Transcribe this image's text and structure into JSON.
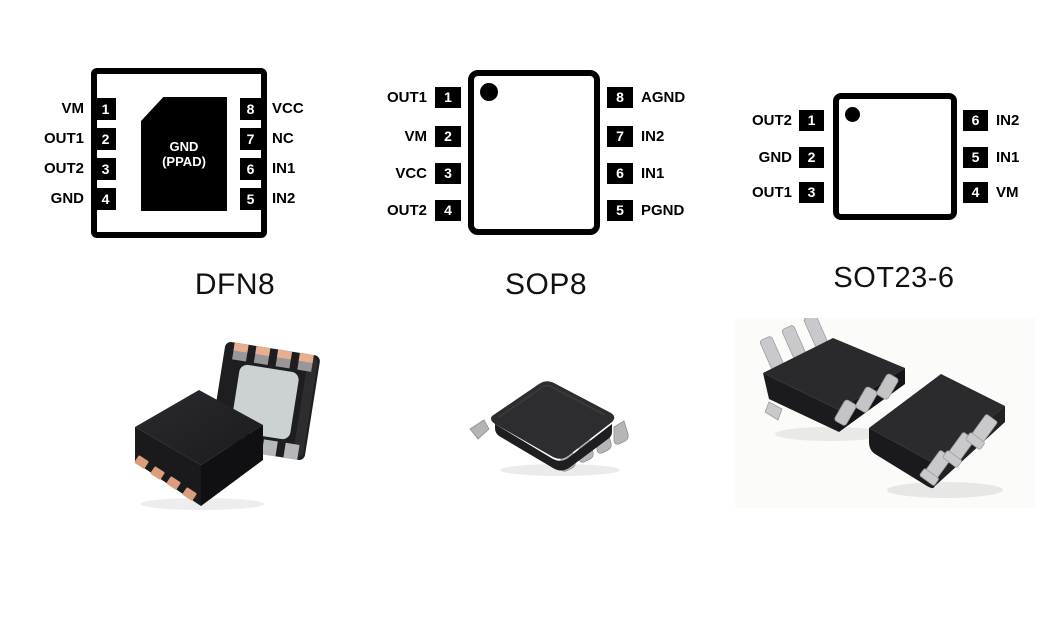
{
  "packages": [
    {
      "name": "DFN8",
      "caption": "DFN8",
      "center_pad": {
        "line1": "GND",
        "line2": "(PPAD)"
      },
      "left_pins": [
        {
          "num": "1",
          "label": "VM"
        },
        {
          "num": "2",
          "label": "OUT1"
        },
        {
          "num": "3",
          "label": "OUT2"
        },
        {
          "num": "4",
          "label": "GND"
        }
      ],
      "right_pins": [
        {
          "num": "8",
          "label": "VCC"
        },
        {
          "num": "7",
          "label": "NC"
        },
        {
          "num": "6",
          "label": "IN1"
        },
        {
          "num": "5",
          "label": "IN2"
        }
      ]
    },
    {
      "name": "SOP8",
      "caption": "SOP8",
      "left_pins": [
        {
          "num": "1",
          "label": "OUT1"
        },
        {
          "num": "2",
          "label": "VM"
        },
        {
          "num": "3",
          "label": "VCC"
        },
        {
          "num": "4",
          "label": "OUT2"
        }
      ],
      "right_pins": [
        {
          "num": "8",
          "label": "AGND"
        },
        {
          "num": "7",
          "label": "IN2"
        },
        {
          "num": "6",
          "label": "IN1"
        },
        {
          "num": "5",
          "label": "PGND"
        }
      ]
    },
    {
      "name": "SOT23-6",
      "caption": "SOT23-6",
      "left_pins": [
        {
          "num": "1",
          "label": "OUT2"
        },
        {
          "num": "2",
          "label": "GND"
        },
        {
          "num": "3",
          "label": "OUT1"
        }
      ],
      "right_pins": [
        {
          "num": "6",
          "label": "IN2"
        },
        {
          "num": "5",
          "label": "IN1"
        },
        {
          "num": "4",
          "label": "VM"
        }
      ]
    }
  ],
  "colors": {
    "diagram_ink": "#000000",
    "pin_number_text": "#ffffff",
    "pad_text": "#ffffff",
    "chip_body_dark": "#232326",
    "chip_exposed_pad_gray": "#ccd2d4",
    "chip_pin_copper": "#dd9e7c",
    "chip_lead_silver": "#c0c0c2"
  }
}
